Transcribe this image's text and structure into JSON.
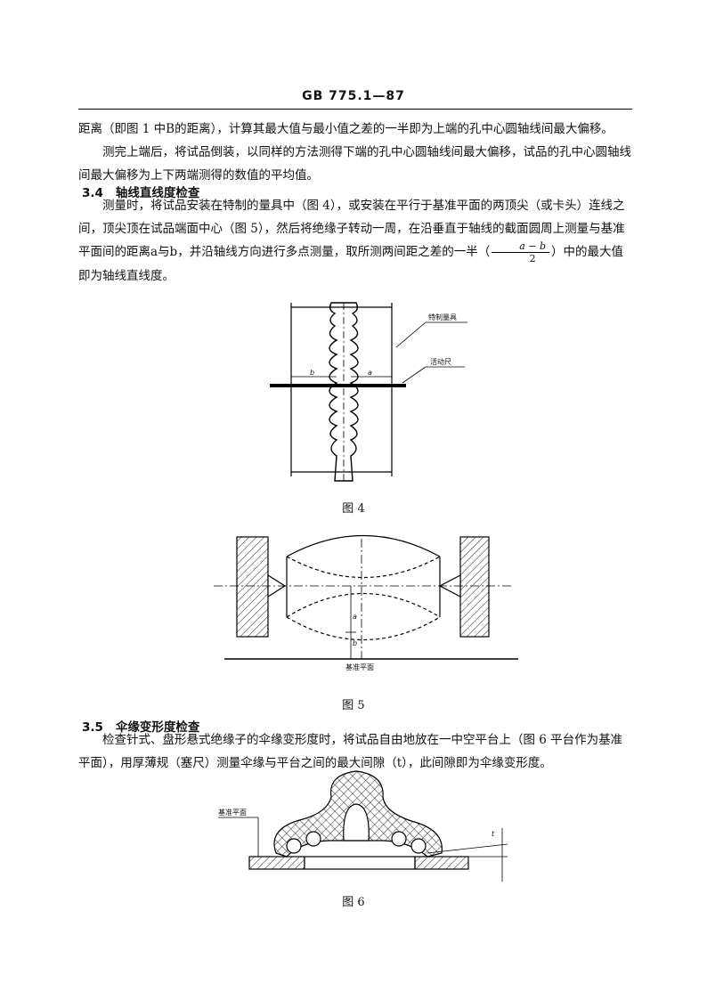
{
  "header": {
    "title": "GB 775.1—87"
  },
  "paragraphs": {
    "p1": "距离（即图 1 中B的距离），计算其最大值与最小值之差的一半即为上端的孔中心圆轴线间最大偏移。",
    "p2": "测完上端后，将试品倒装，以同样的方法测得下端的孔中心圆轴线间最大偏移，试品的孔中心圆轴线间最大偏移为上下两端测得的数值的平均值。",
    "p3a": "测量时，将试品安装在特制的量具中（图 4），或安装在平行于基准平面的两顶尖（或卡头）连线之间，顶尖顶在试品端面中心（图 5），然后将绝缘子转动一周，在沿垂直于轴线的截面圆周上测量与基准平面间的距离a与b，并沿轴线方向进行多点测量，取所测两间距之差的一半（",
    "p3b": "）中的最大值即为轴线直线度。",
    "p4": "检查针式、盘形悬式绝缘子的伞缘变形度时，将试品自由地放在一中空平台上（图 6 平台作为基准平面），用厚薄规（塞尺）测量伞缘与平台之间的最大间隙（t），此间隙即为伞缘变形度。"
  },
  "formula": {
    "numerator": "a − b",
    "denominator": "2"
  },
  "sections": {
    "s34": {
      "num": "3.4",
      "title": "轴线直线度检查"
    },
    "s35": {
      "num": "3.5",
      "title": "伞缘变形度检查"
    }
  },
  "figures": {
    "fig4": {
      "caption": "图 4",
      "label_gauge": "特制量具",
      "label_ruler": "活动尺",
      "label_b": "b",
      "label_a": "a"
    },
    "fig5": {
      "caption": "图 5",
      "label_base": "基准平面",
      "label_a": "a",
      "label_b": "b"
    },
    "fig6": {
      "caption": "图 6",
      "label_base": "基准平面",
      "label_t": "t"
    }
  }
}
